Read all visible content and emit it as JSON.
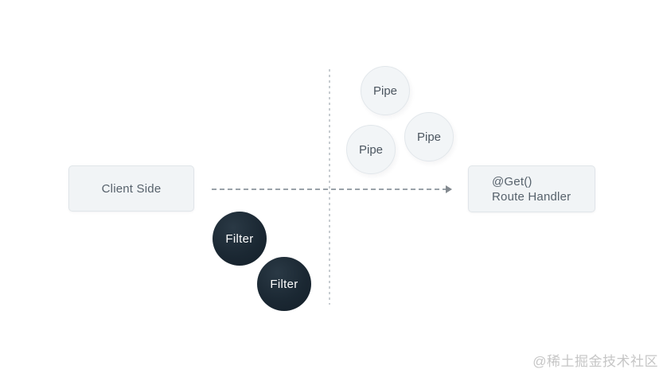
{
  "diagram": {
    "client_node": {
      "label": "Client Side"
    },
    "route_node": {
      "decorator": "@Get()",
      "label": "Route Handler"
    },
    "pipes": [
      {
        "label": "Pipe"
      },
      {
        "label": "Pipe"
      },
      {
        "label": "Pipe"
      }
    ],
    "filters": [
      {
        "label": "Filter"
      },
      {
        "label": "Filter"
      }
    ]
  },
  "watermark": {
    "text": "@稀土掘金技术社区"
  },
  "colors": {
    "background": "#ffffff",
    "node_fill": "#f1f4f6",
    "node_border": "#e0e5e9",
    "node_text": "#57626c",
    "pipe_fill": "#f2f5f7",
    "pipe_border": "#e2e7eb",
    "pipe_text": "#4c5660",
    "filter_fill": "#1b2833",
    "filter_text": "#ffffff",
    "arrow": "#9aa2a9",
    "divider": "#c8cdd1",
    "watermark": "#c6c6c6"
  }
}
